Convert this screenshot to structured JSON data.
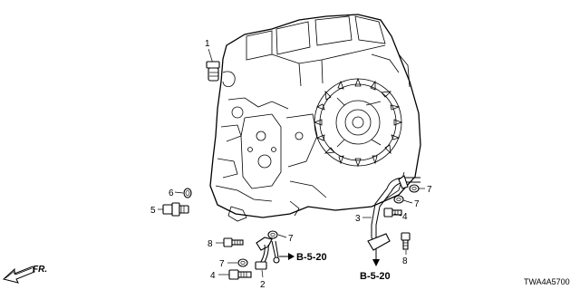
{
  "callouts": [
    {
      "id": "callout-1",
      "text": "1"
    },
    {
      "id": "callout-6",
      "text": "6"
    },
    {
      "id": "callout-5",
      "text": "5"
    },
    {
      "id": "callout-7-center",
      "text": "7"
    },
    {
      "id": "callout-8-left",
      "text": "8"
    },
    {
      "id": "callout-7-lower",
      "text": "7"
    },
    {
      "id": "callout-2",
      "text": "2"
    },
    {
      "id": "callout-4-left",
      "text": "4"
    },
    {
      "id": "callout-7-right",
      "text": "7"
    },
    {
      "id": "callout-7-right-b",
      "text": "7"
    },
    {
      "id": "callout-3",
      "text": "3"
    },
    {
      "id": "callout-4-right",
      "text": "4"
    },
    {
      "id": "callout-8-right",
      "text": "8"
    }
  ],
  "references": [
    {
      "id": "ref-b520-center",
      "text": "B-5-20"
    },
    {
      "id": "ref-b520-bottom",
      "text": "B-5-20"
    }
  ],
  "direction_label": "FR.",
  "diagram_code": "TWA4A5700"
}
